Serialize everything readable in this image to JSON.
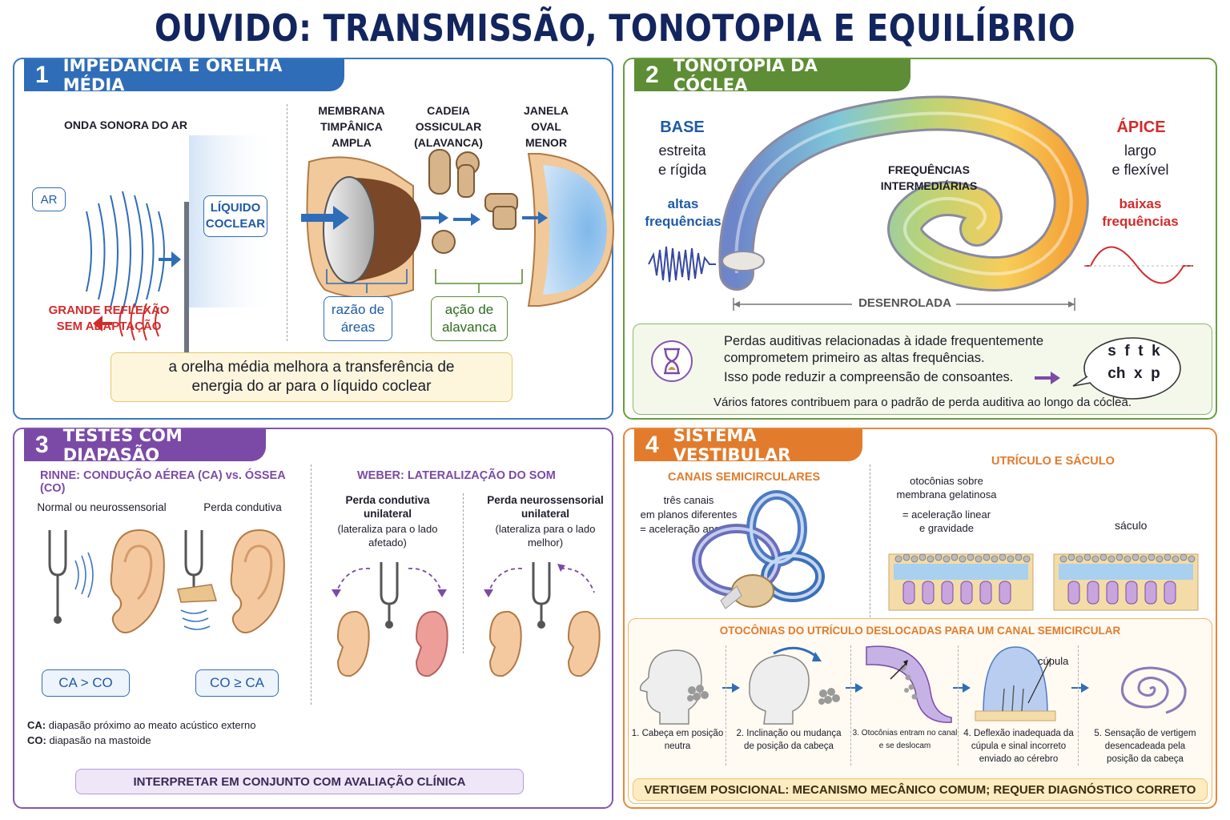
{
  "title": "OUVIDO: TRANSMISSÃO, TONOTOPIA E EQUILÍBRIO",
  "panel1": {
    "num": "1",
    "title": "IMPEDÂNCIA E ORELHA MÉDIA",
    "wave_label": "ONDA SONORA DO AR",
    "air": "AR",
    "fluid": "LÍQUIDO\nCOCLEAR",
    "reflection": "GRANDE REFLEXÃO\nSEM ADAPTAÇÃO",
    "membrane": "MEMBRANA\nTIMPÂNICA\nAMPLA",
    "chain": "CADEIA\nOSSICULAR\n(ALAVANCA)",
    "window": "JANELA\nOVAL\nMENOR",
    "area_ratio": "razão de\náreas",
    "lever": "ação de\nalavanca",
    "summary": "a orelha média melhora a transferência de\nenergia do ar para o líquido coclear"
  },
  "panel2": {
    "num": "2",
    "title": "TONOTOPIA DA CÓCLEA",
    "base": "BASE",
    "base_desc": "estreita\ne rígida",
    "high": "altas\nfrequências",
    "apex": "ÁPICE",
    "apex_desc": "largo\ne flexível",
    "low": "baixas\nfrequências",
    "mid": "FREQUÊNCIAS\nINTERMEDIÁRIAS",
    "unrolled": "DESENROLADA",
    "note1": "Perdas auditivas relacionadas à idade frequentemente\ncomprometem primeiro as altas frequências.",
    "note2": "Isso pode reduzir a compreensão de consoantes.",
    "bubble_row1": "s  f  t  k",
    "bubble_row2": "ch  x  p",
    "footer": "Vários fatores contribuem para o padrão de perda auditiva ao longo da cóclea."
  },
  "panel3": {
    "num": "3",
    "title": "TESTES COM DIAPASÃO",
    "rinne": "RINNE: CONDUÇÃO AÉREA (CA) vs. ÓSSEA (CO)",
    "weber": "WEBER: LATERALIZAÇÃO DO SOM",
    "normal": "Normal ou neurossensorial",
    "conductive": "Perda condutiva",
    "ca_co": "CA > CO",
    "co_ca": "CO ≥ CA",
    "weber_cond": "Perda condutiva\nunilateral",
    "weber_cond_sub": "(lateraliza para o lado\nafetado)",
    "weber_sn": "Perda neurossensorial\nunilateral",
    "weber_sn_sub": "(lateraliza para o lado\nmelhor)",
    "legend_ca_key": "CA:",
    "legend_ca": " diapasão próximo ao meato acústico externo",
    "legend_co_key": "CO:",
    "legend_co": " diapasão na mastoide",
    "footer": "INTERPRETAR EM CONJUNTO COM AVALIAÇÃO CLÍNICA"
  },
  "panel4": {
    "num": "4",
    "title": "SISTEMA VESTIBULAR",
    "canals": "CANAIS SEMICIRCULARES",
    "canals_desc": "três canais\nem planos diferentes\n= aceleração angular",
    "utricle": "UTRÍCULO E SÁCULO",
    "oto_desc": "otocônias sobre\nmembrana gelatinosa",
    "oto_eq": "= aceleração linear\ne gravidade",
    "saccule": "sáculo",
    "sequence_title": "OTOCÔNIAS DO UTRÍCULO DESLOCADAS PARA UM CANAL SEMICIRCULAR",
    "cupula": "cúpula",
    "steps": [
      "1. Cabeça em posição\nneutra",
      "2. Inclinação ou mudança\nde posição da cabeça",
      "3. Otocônias entram no canal\ne se deslocam",
      "4. Deflexão inadequada da\ncúpula e sinal incorreto\nenviado ao cérebro",
      "5. Sensação de vertigem\ndesencadeada pela\nposição da cabeça"
    ],
    "footer": "VERTIGEM POSICIONAL: MECANISMO MECÂNICO COMUM; REQUER DIAGNÓSTICO CORRETO"
  },
  "colors": {
    "navy": "#13255e",
    "blue": "#2f6db8",
    "green": "#5d8d35",
    "purple": "#7b4aa6",
    "orange": "#e27b2c",
    "red": "#d22b2b"
  }
}
